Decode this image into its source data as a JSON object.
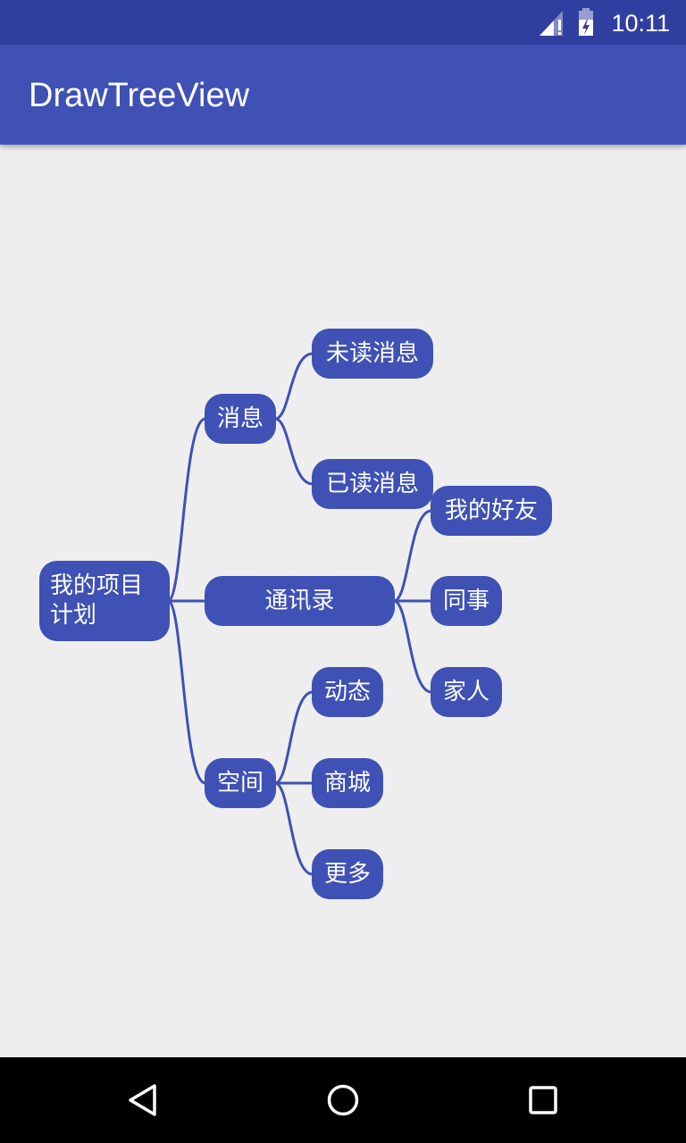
{
  "status_bar": {
    "time": "10:11",
    "icons": [
      "signal-icon",
      "battery-icon"
    ]
  },
  "app_bar": {
    "title": "DrawTreeView"
  },
  "tree": {
    "root": {
      "label": "我的项目计划"
    },
    "children": [
      {
        "label": "消息",
        "children": [
          {
            "label": "未读消息"
          },
          {
            "label": "已读消息"
          }
        ]
      },
      {
        "label": "通讯录",
        "children": [
          {
            "label": "我的好友"
          },
          {
            "label": "同事"
          },
          {
            "label": "家人"
          }
        ]
      },
      {
        "label": "空间",
        "children": [
          {
            "label": "动态"
          },
          {
            "label": "商城"
          },
          {
            "label": "更多"
          }
        ]
      }
    ],
    "node_color": "#3f51b5",
    "line_color": "#3f51b5"
  },
  "nav_bar": {
    "buttons": [
      "back-icon",
      "home-icon",
      "recents-icon"
    ]
  },
  "colors": {
    "status_bar": "#303f9f",
    "app_bar": "#3f51b5",
    "background": "#eeeeee",
    "nav_bar": "#000000"
  }
}
